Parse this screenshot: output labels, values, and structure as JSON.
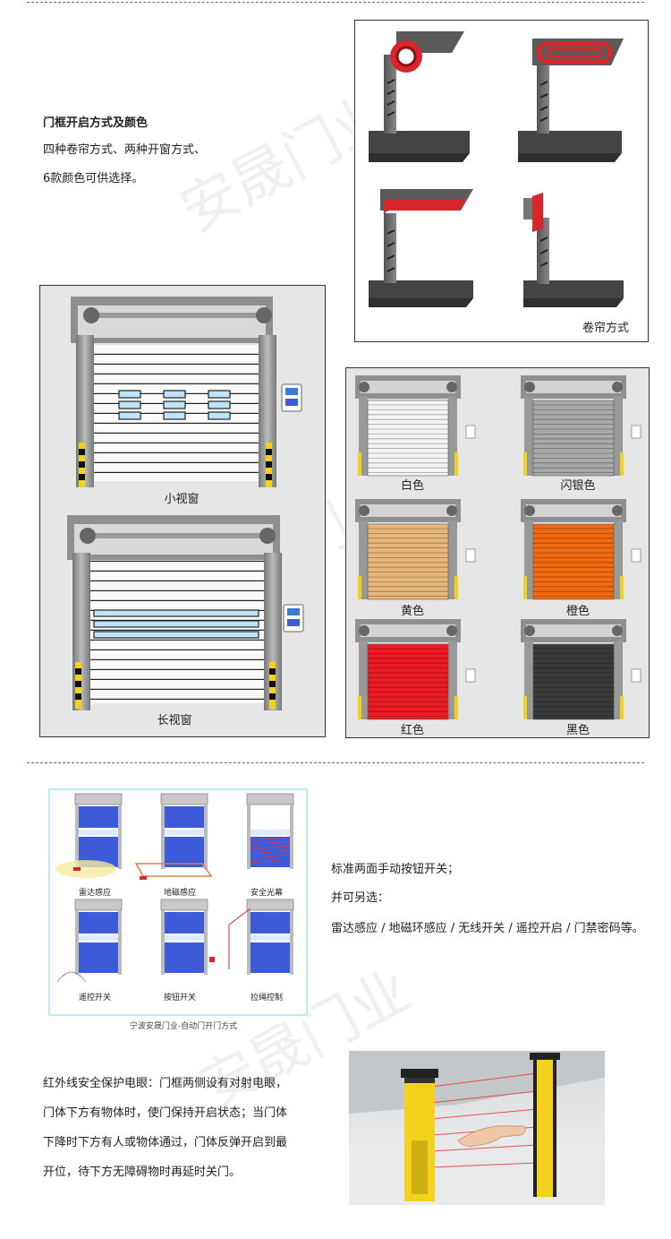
{
  "intro": {
    "title": "门框开启方式及颜色",
    "line1": "四种卷帘方式、两种开窗方式、",
    "line2": "6款颜色可供选择。"
  },
  "roll_panel": {
    "caption": "卷帘方式"
  },
  "window_panel": {
    "small_caption": "小视窗",
    "long_caption": "长视窗"
  },
  "color_panel": {
    "items": [
      {
        "label": "白色",
        "color": "#f4f4f4"
      },
      {
        "label": "闪银色",
        "color": "#a9a9a9"
      },
      {
        "label": "黄色",
        "color": "#e8b678"
      },
      {
        "label": "橙色",
        "color": "#f06a12"
      },
      {
        "label": "红色",
        "color": "#ec1c24"
      },
      {
        "label": "黑色",
        "color": "#3a3a3a"
      }
    ]
  },
  "methods": {
    "labels": [
      "雷达感应",
      "地磁感应",
      "安全光幕",
      "遥控开关",
      "按钮开关",
      "拉绳控制"
    ],
    "footer": "宁波安晟门业-自动门开门方式"
  },
  "switch_text": {
    "line1": "标准两面手动按钮开关；",
    "line2": "并可另选：",
    "line3": "雷达感应 / 地磁环感应 / 无线开关 / 遥控开启 / 门禁密码等。"
  },
  "safety_text": {
    "line1": "红外线安全保护电眼：门框两侧设有对射电眼，",
    "line2": "门体下方有物体时，使门保持开启状态；当门体",
    "line3": "下降时下方有人或物体通过，门体反弹开启到最",
    "line4": "开位，待下方无障碍物时再延时关门。"
  },
  "watermark": "安晟门业",
  "colors": {
    "frame_gray": "#8a8a8a",
    "red_roll": "#d8262c",
    "door_blue": "#3d5bd9",
    "sensor_yellow": "#f2d21c"
  }
}
